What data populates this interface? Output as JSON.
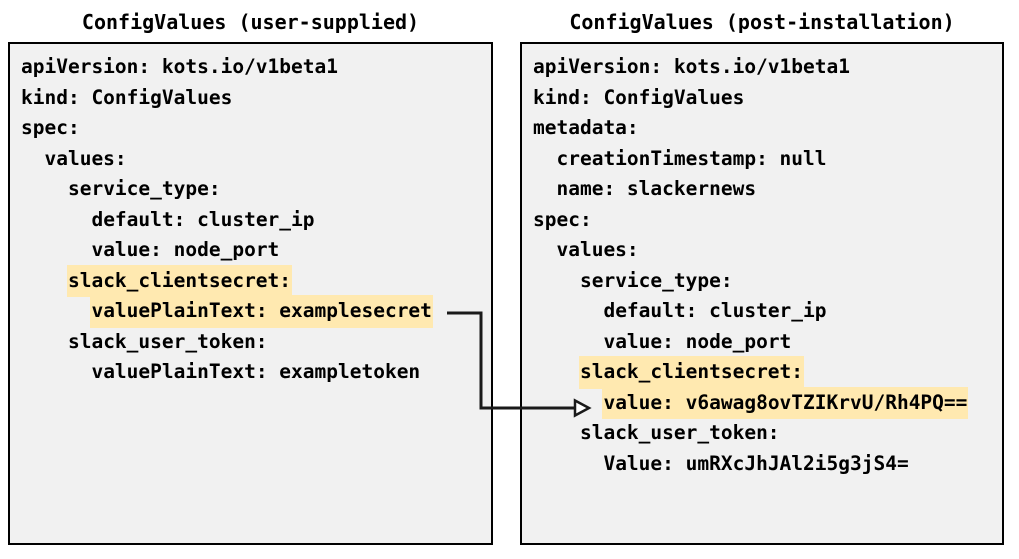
{
  "diagram": {
    "title_left": "ConfigValues (user-supplied)",
    "title_right": "ConfigValues (post-installation)",
    "highlight_color": "#ffe9b0",
    "box_background": "#f1f1f1",
    "box_border_color": "#000000",
    "connector": {
      "label": "encrypted-value-mapping-arrow",
      "from": "valuePlainText: examplesecret",
      "to": "value: v6awag8ovTZIKrvU/Rh4PQ=="
    }
  },
  "left_panel": {
    "lines": [
      {
        "text": "apiVersion: kots.io/v1beta1",
        "highlight": false
      },
      {
        "text": "kind: ConfigValues",
        "highlight": false
      },
      {
        "text": "spec:",
        "highlight": false
      },
      {
        "text": "  values:",
        "highlight": false
      },
      {
        "text": "    service_type:",
        "highlight": false
      },
      {
        "text": "      default: cluster_ip",
        "highlight": false
      },
      {
        "text": "      value: node_port",
        "highlight": false
      },
      {
        "text": "    slack_clientsecret:",
        "highlight": true
      },
      {
        "text": "      valuePlainText: examplesecret",
        "highlight": true
      },
      {
        "text": "    slack_user_token:",
        "highlight": false
      },
      {
        "text": "      valuePlainText: exampletoken",
        "highlight": false
      }
    ]
  },
  "right_panel": {
    "lines": [
      {
        "text": "apiVersion: kots.io/v1beta1",
        "highlight": false
      },
      {
        "text": "kind: ConfigValues",
        "highlight": false
      },
      {
        "text": "metadata:",
        "highlight": false
      },
      {
        "text": "  creationTimestamp: null",
        "highlight": false
      },
      {
        "text": "  name: slackernews",
        "highlight": false
      },
      {
        "text": "spec:",
        "highlight": false
      },
      {
        "text": "  values:",
        "highlight": false
      },
      {
        "text": "    service_type:",
        "highlight": false
      },
      {
        "text": "      default: cluster_ip",
        "highlight": false
      },
      {
        "text": "      value: node_port",
        "highlight": false
      },
      {
        "text": "    slack_clientsecret:",
        "highlight": true
      },
      {
        "text": "      value: v6awag8ovTZIKrvU/Rh4PQ==",
        "highlight": true
      },
      {
        "text": "    slack_user_token:",
        "highlight": false
      },
      {
        "text": "      Value: umRXcJhJAl2i5g3jS4=",
        "highlight": false
      }
    ]
  }
}
